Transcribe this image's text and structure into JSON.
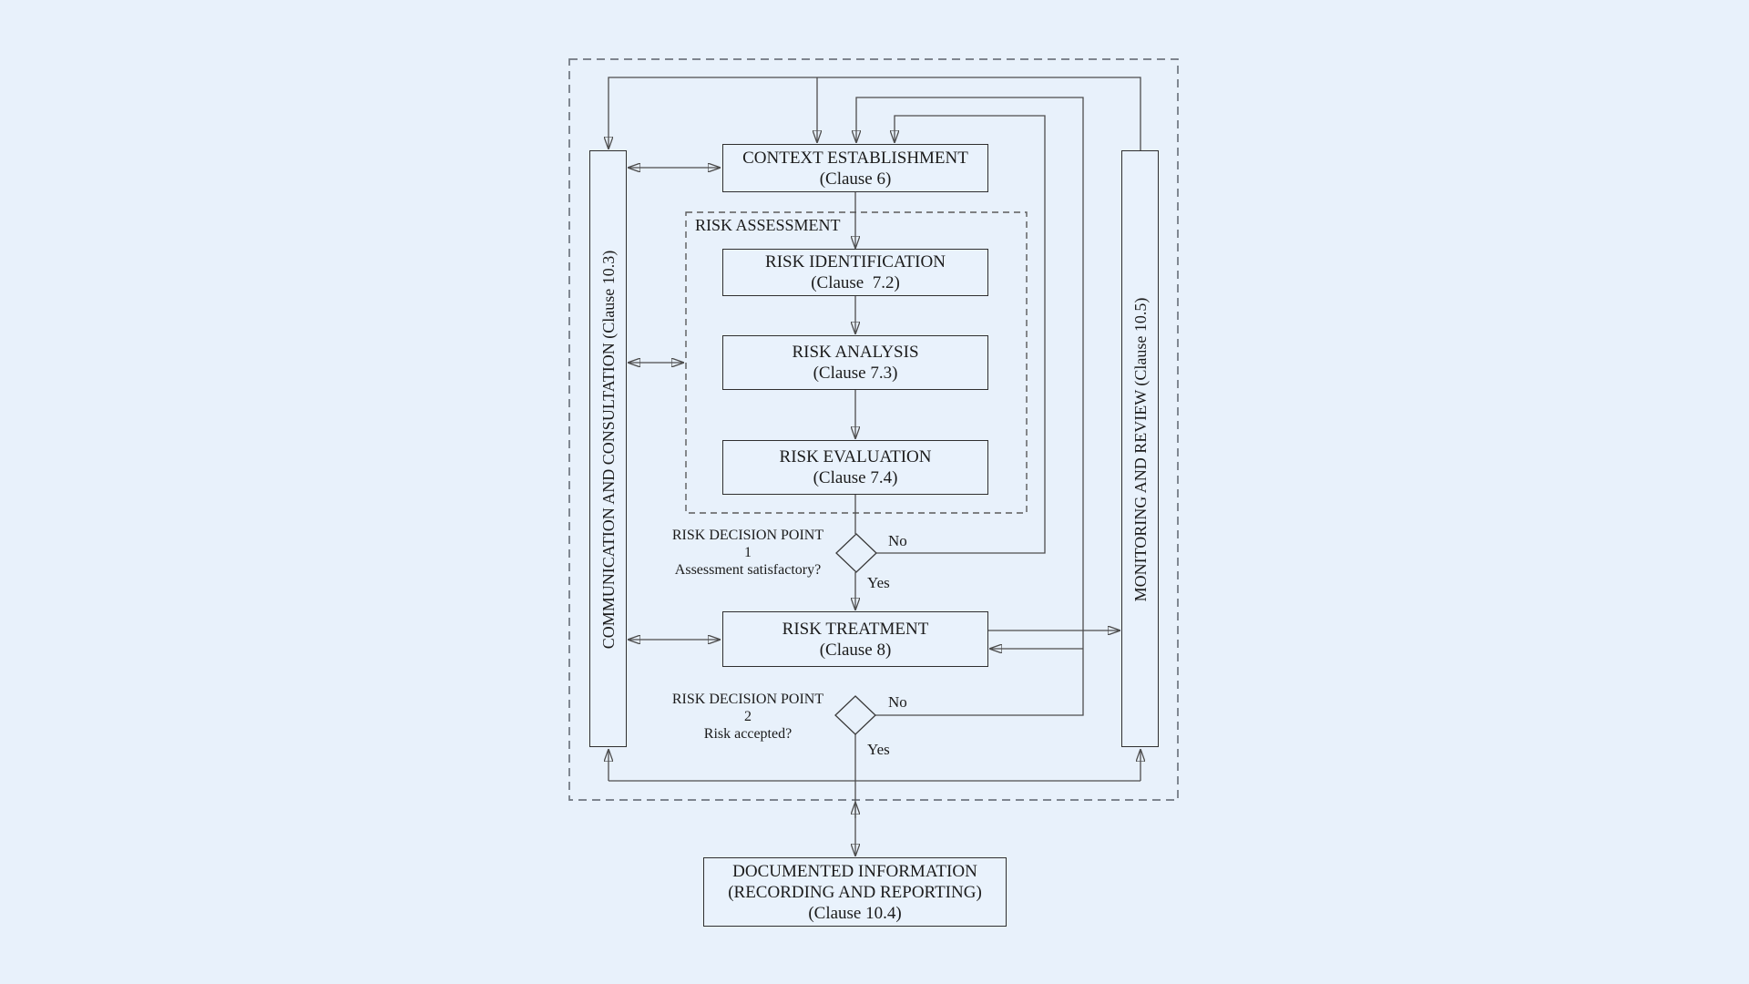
{
  "colors": {
    "background": "#e8f1fb",
    "connector_line": "#4d4d4d",
    "box_border": "#2f2f2f",
    "dashed_border": "#6f7680",
    "arrowhead": "#111111",
    "text": "#1b1b1b"
  },
  "bars": {
    "left_label": "COMMUNICATION AND CONSULTATION (Clause 10.3)",
    "right_label": "MONITORING AND REVIEW (Clause 10.5)"
  },
  "group": {
    "risk_assessment_label": "RISK ASSESSMENT"
  },
  "boxes": {
    "context": {
      "title": "CONTEXT ESTABLISHMENT",
      "clause": "(Clause 6)"
    },
    "risk_identification": {
      "title": "RISK IDENTIFICATION",
      "clause": "(Clause  7.2)"
    },
    "risk_analysis": {
      "title": "RISK ANALYSIS",
      "clause": "(Clause 7.3)"
    },
    "risk_evaluation": {
      "title": "RISK EVALUATION",
      "clause": "(Clause 7.4)"
    },
    "risk_treatment": {
      "title": "RISK TREATMENT",
      "clause": "(Clause 8)"
    },
    "documented_information": {
      "title": "DOCUMENTED INFORMATION",
      "subtitle": "(RECORDING AND REPORTING)",
      "clause": "(Clause 10.4)"
    }
  },
  "decisions": {
    "point1": {
      "title": "RISK DECISION POINT 1",
      "question": "Assessment satisfactory?",
      "no_label": "No",
      "yes_label": "Yes"
    },
    "point2": {
      "title": "RISK DECISION POINT 2",
      "question": "Risk accepted?",
      "no_label": "No",
      "yes_label": "Yes"
    }
  }
}
